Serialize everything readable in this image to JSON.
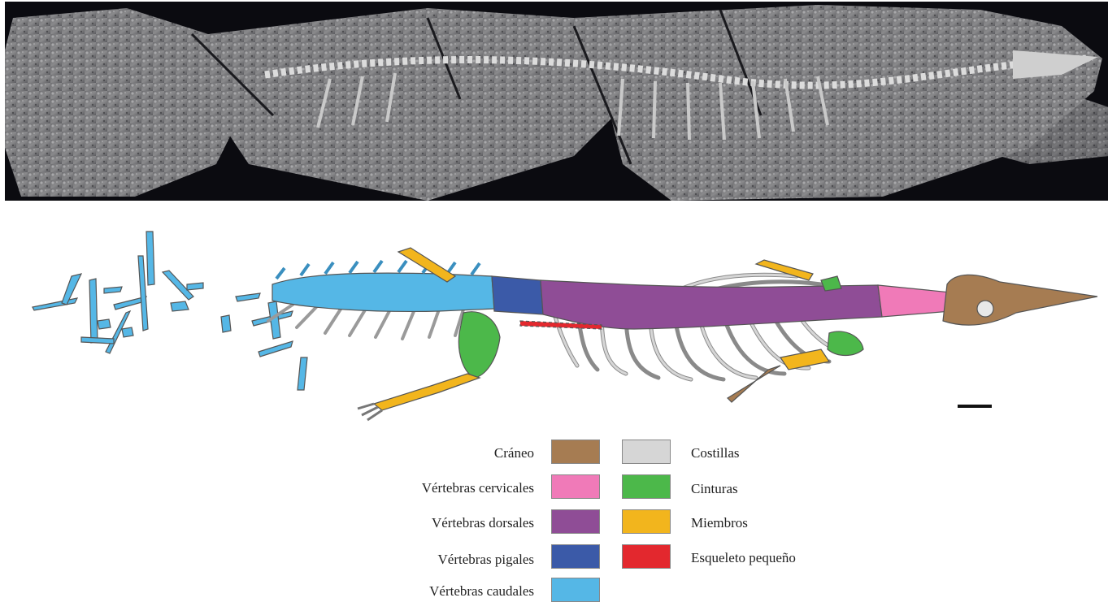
{
  "figure": {
    "legend": [
      {
        "key": "skull",
        "label": "Cráneo",
        "color": "#a67c52"
      },
      {
        "key": "cervical",
        "label": "Vértebras cervicales",
        "color": "#f07ab8"
      },
      {
        "key": "dorsal",
        "label": "Vértebras dorsales",
        "color": "#8f4d96"
      },
      {
        "key": "pygal",
        "label": "Vértebras pigales",
        "color": "#3b5aa8"
      },
      {
        "key": "caudal",
        "label": "Vértebras caudales",
        "color": "#55b7e6"
      },
      {
        "key": "ribs",
        "label": "Costillas",
        "color": "#d6d6d6"
      },
      {
        "key": "girdles",
        "label": "Cinturas",
        "color": "#4cb84a"
      },
      {
        "key": "limbs",
        "label": "Miembros",
        "color": "#f2b51d"
      },
      {
        "key": "small_skeleton",
        "label": "Esqueleto pequeño",
        "color": "#e3282e"
      }
    ],
    "photo_background": "#0b0b10",
    "outline_color": "#555555"
  }
}
